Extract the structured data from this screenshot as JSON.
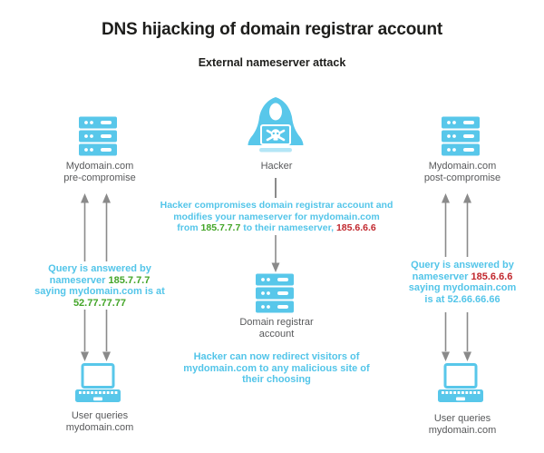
{
  "title": "DNS hijacking of domain registrar account",
  "subtitle": "External nameserver attack",
  "colors": {
    "icon_cyan": "#58c7ea",
    "icon_light_cyan": "#b4e6f6",
    "text_cyan": "#53c5e9",
    "green": "#43a528",
    "red": "#c1272d",
    "arrow_gray": "#8a8a8a",
    "label_gray": "#58595b",
    "title_black": "#1d1d1b"
  },
  "icons": {
    "hacker": "hacker-hoodie-skull-laptop-icon",
    "server": "server-stack-icon",
    "laptop": "laptop-icon",
    "side_arrows": "double-headed-vertical-arrows-icon",
    "center_arrow": "down-arrow-icon"
  },
  "left": {
    "server_label": {
      "line1": "Mydomain.com",
      "line2": "pre-compromise"
    },
    "query": {
      "line1": "Query is answered by",
      "line2_text": "nameserver",
      "line2_ip": "185.7.7.7",
      "line3": "saying mydomain.com is at",
      "line4_ip": "52.77.77.77"
    },
    "user_label": {
      "line1": "User queries",
      "line2": "mydomain.com"
    }
  },
  "center": {
    "hacker_label": "Hacker",
    "compromise": {
      "line1": "Hacker compromises domain registrar account and",
      "line2": "modifies your nameserver for mydomain.com",
      "line3_from": "from",
      "line3_old_ip": "185.7.7.7",
      "line3_mid": "to their nameserver,",
      "line3_new_ip": "185.6.6.6"
    },
    "registrar_label": {
      "line1": "Domain registrar",
      "line2": "account"
    },
    "redirect": {
      "line1": "Hacker can now redirect visitors of",
      "line2": "mydomain.com to any malicious site of",
      "line3": "their choosing"
    }
  },
  "right": {
    "server_label": {
      "line1": "Mydomain.com",
      "line2": "post-compromise"
    },
    "query": {
      "line1": "Query is answered by",
      "line2_text": "nameserver",
      "line2_ip": "185.6.6.6",
      "line3": "saying mydomain.com",
      "line4_text": "is at",
      "line4_ip": "52.66.66.66"
    },
    "user_label": {
      "line1": "User queries",
      "line2": "mydomain.com"
    }
  }
}
